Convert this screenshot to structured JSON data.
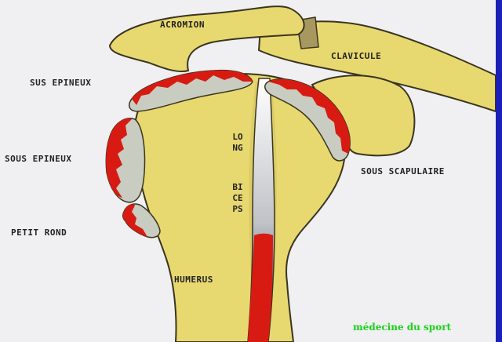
{
  "labels": {
    "acromion": "ACROMION",
    "clavicule": "CLAVICULE",
    "sus_epineux": "SUS EPINEUX",
    "sous_epineux": "SOUS EPINEUX",
    "petit_rond": "PETIT ROND",
    "sous_scapulaire": "SOUS SCAPULAIRE",
    "humerus": "HUMERUS",
    "long": "LONG",
    "biceps": "BICEPS"
  },
  "watermark": "médecine du sport",
  "colors": {
    "background": "#f0eff2",
    "frame": "#1a1fb8",
    "bone": "#e8d870",
    "bone_outline": "#3a3520",
    "tendon": "#c9ccc0",
    "lesion": "#d81b12",
    "watermark": "#19d419"
  }
}
